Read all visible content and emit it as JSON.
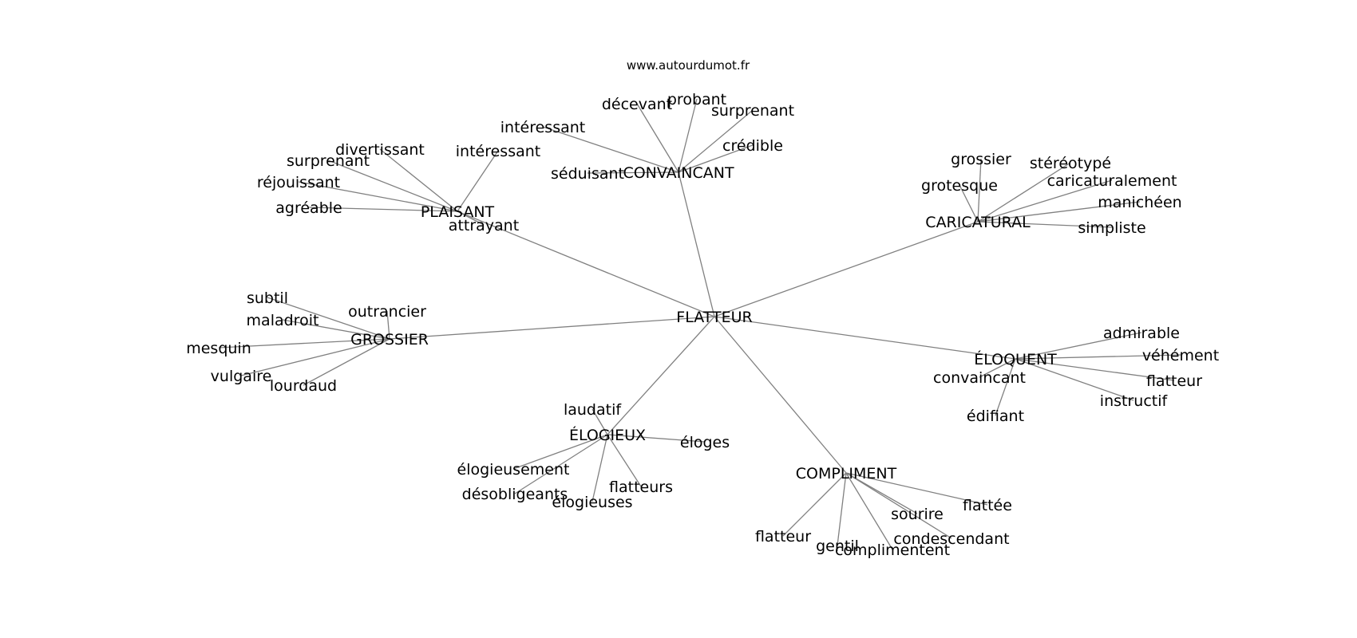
{
  "source": "www.autourdumot.fr",
  "graph": {
    "center": "FLATTEUR",
    "groups": [
      {
        "hub": "CONVAINCANT",
        "words": [
          "intéressant",
          "décevant",
          "probant",
          "surprenant",
          "crédible",
          "séduisant"
        ]
      },
      {
        "hub": "PLAISANT",
        "words": [
          "divertissant",
          "intéressant",
          "surprenant",
          "réjouissant",
          "agréable",
          "attrayant"
        ]
      },
      {
        "hub": "CARICATURAL",
        "words": [
          "grossier",
          "stéréotypé",
          "grotesque",
          "caricaturalement",
          "manichéen",
          "simpliste"
        ]
      },
      {
        "hub": "GROSSIER",
        "words": [
          "subtil",
          "outrancier",
          "maladroit",
          "mesquin",
          "vulgaire",
          "lourdaud"
        ]
      },
      {
        "hub": "ÉLOQUENT",
        "words": [
          "admirable",
          "véhément",
          "convaincant",
          "flatteur",
          "instructif",
          "édifiant"
        ]
      },
      {
        "hub": "ÉLOGIEUX",
        "words": [
          "laudatif",
          "éloges",
          "élogieusement",
          "désobligeants",
          "flatteurs",
          "élogieuses"
        ]
      },
      {
        "hub": "COMPLIMENT",
        "words": [
          "flattée",
          "sourire",
          "condescendant",
          "flatteur",
          "gentil",
          "complimentent"
        ]
      }
    ]
  }
}
